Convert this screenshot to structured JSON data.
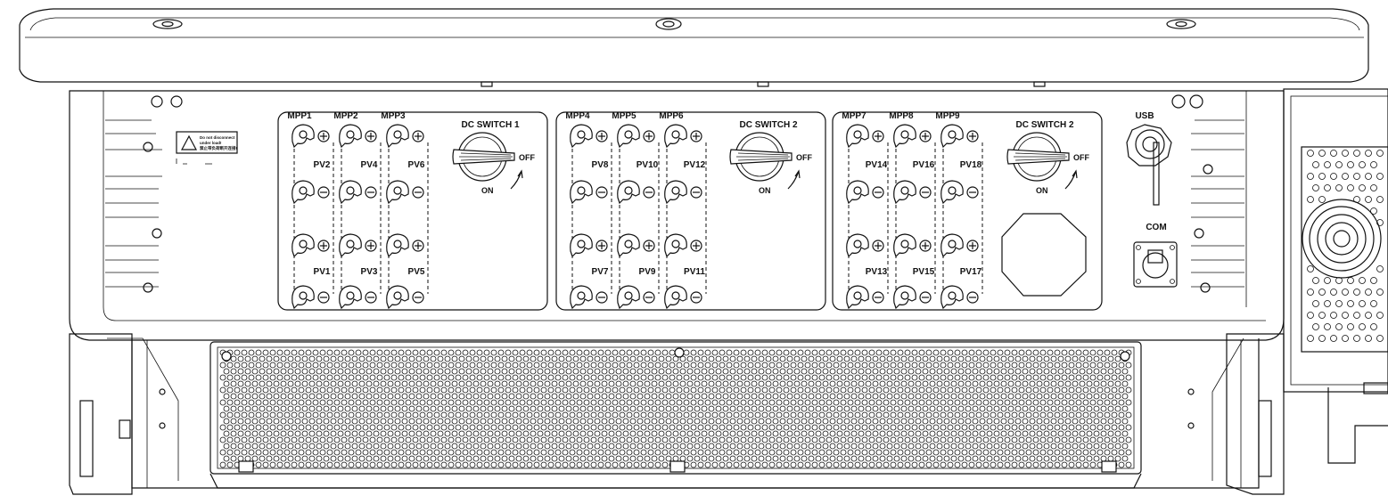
{
  "panel1": {
    "mpp_labels": [
      "MPP1",
      "MPP2",
      "MPP3"
    ],
    "pv_top": [
      "PV2",
      "PV4",
      "PV6"
    ],
    "pv_bottom": [
      "PV1",
      "PV3",
      "PV5"
    ],
    "switch_title": "DC SWITCH 1",
    "switch_off": "OFF",
    "switch_on": "ON"
  },
  "panel2": {
    "mpp_labels": [
      "MPP4",
      "MPP5",
      "MPP6"
    ],
    "pv_top": [
      "PV8",
      "PV10",
      "PV12"
    ],
    "pv_bottom": [
      "PV7",
      "PV9",
      "PV11"
    ],
    "switch_title": "DC SWITCH 2",
    "switch_off": "OFF",
    "switch_on": "ON"
  },
  "panel3": {
    "mpp_labels": [
      "MPP7",
      "MPP8",
      "MPP9"
    ],
    "pv_top": [
      "PV14",
      "PV16",
      "PV18"
    ],
    "pv_bottom": [
      "PV13",
      "PV15",
      "PV17"
    ],
    "switch_title": "DC SWITCH 2",
    "switch_off": "OFF",
    "switch_on": "ON"
  },
  "ports": {
    "usb_label": "USB",
    "com_label": "COM"
  },
  "warning_label": {
    "line1": "Do not disconnect",
    "line2": "under load!",
    "line3": "禁止带负荷断开连接!"
  }
}
